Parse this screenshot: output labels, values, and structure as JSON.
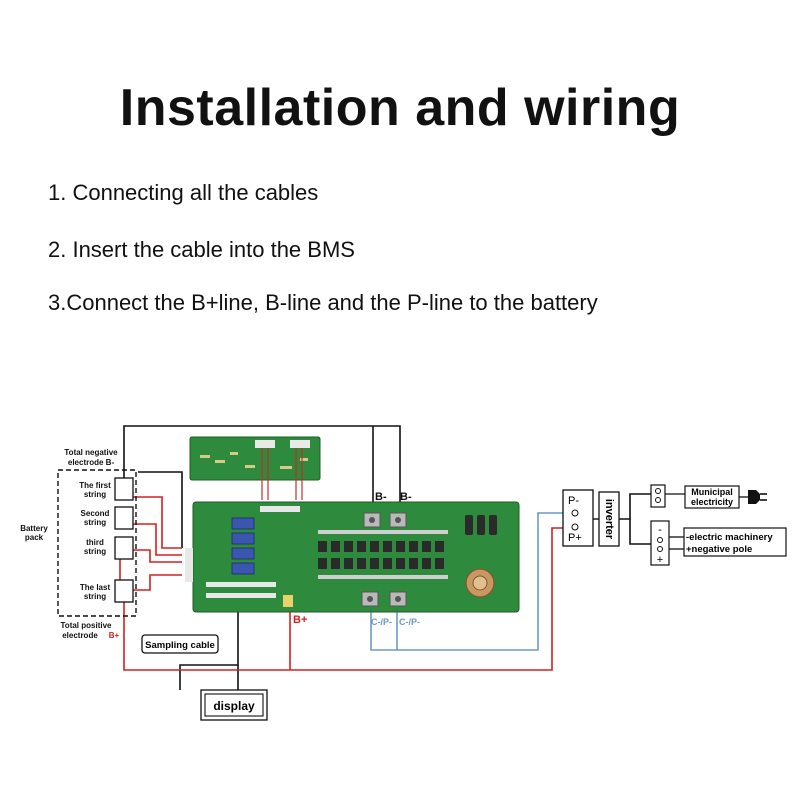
{
  "title": "Installation and wiring",
  "steps": [
    "1. Connecting all the cables",
    "2. Insert the cable into the BMS",
    "3.Connect the B+line, B-line and the P-line to the battery"
  ],
  "diagram": {
    "battery_pack": "Battery\npack",
    "neg_electrode": [
      "Total negative",
      "electrode B-"
    ],
    "pos_electrode": [
      "Total positive",
      "electrode"
    ],
    "pos_electrode_tag": "B+",
    "strings": [
      [
        "The first",
        "string"
      ],
      [
        "Second",
        "string"
      ],
      [
        "third",
        "string"
      ],
      [
        "The last",
        "string"
      ]
    ],
    "sampling_cable": "Sampling cable",
    "display": "display",
    "b_minus_1": "B-",
    "b_minus_2": "B-",
    "b_plus": "B+",
    "c_p_1": "C-/P-",
    "c_p_2": "C-/P-",
    "p_minus": "P-",
    "p_plus": "P+",
    "inverter": "inverter",
    "municipal": [
      "Municipal",
      "electricity"
    ],
    "machinery": [
      "-electric machinery",
      "+negative pole"
    ],
    "colors": {
      "red_wire": "#d42020",
      "blue_wire": "#6a9ac8",
      "black_wire": "#111111",
      "pcb": "#2e8a3c"
    }
  }
}
